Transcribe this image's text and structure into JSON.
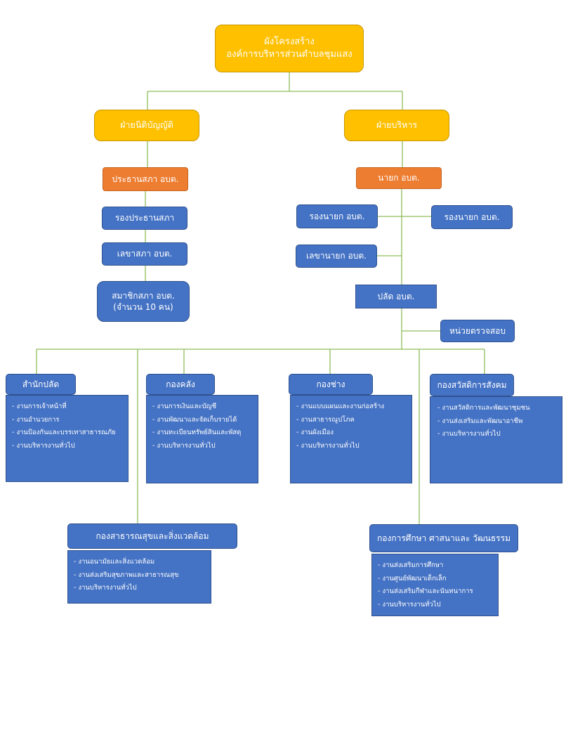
{
  "top": {
    "title": "ผังโครงสร้าง",
    "subtitle": "องค์การบริหารส่วนตำบลชุมแสง"
  },
  "left_branch": {
    "head": "ฝ่ายนิติบัญญัติ",
    "chair": "ประธานสภา อบต.",
    "vice_chair": "รองประธานสภา",
    "secretary": "เลขาสภา อบต.",
    "members": {
      "line1": "สมาชิกสภา อบต.",
      "line2": "(จำนวน 10 คน)"
    }
  },
  "right_branch": {
    "head": "ฝ่ายบริหาร",
    "mayor": "นายก อบต.",
    "deputy_1": "รองนายก อบต.",
    "deputy_2": "รองนายก อบต.",
    "secretary": "เลขานายก อบต.",
    "clerk": "ปลัด อบต.",
    "audit": "หน่วยตรวจสอบ"
  },
  "divisions": [
    {
      "name": "สำนักปลัด",
      "items": [
        "- งานการเจ้าหน้าที่",
        "- งานอำนวยการ",
        "- งานป้องกันและบรรเทาสาธารณภัย",
        "- งานบริหารงานทั่วไป"
      ]
    },
    {
      "name": "กองคลัง",
      "items": [
        "- งานการเงินและบัญชี",
        "- งานพัฒนาและจัดเก็บรายได้",
        "- งานทะเบียนทรัพย์สินและพัสดุ",
        "- งานบริหารงานทั่วไป"
      ]
    },
    {
      "name": "กองช่าง",
      "items": [
        "- งานแบบแผนและงานก่อสร้าง",
        "- งานสาธารณูปโภค",
        "- งานผังเมือง",
        "- งานบริหารงานทั่วไป"
      ]
    },
    {
      "name": "กองสวัสดิการสังคม",
      "items": [
        "- งานสวัสดิการและพัฒนาชุมชน",
        "- งานส่งเสริมและพัฒนาอาชีพ",
        "- งานบริหารงานทั่วไป"
      ]
    },
    {
      "name": "กองสาธารณสุขและสิ่งแวดล้อม",
      "items": [
        "- งานอนามัยและสิ่งแวดล้อม",
        "- งานส่งเสริมสุขภาพและสาธารณสุข",
        "- งานบริหารงานทั่วไป"
      ]
    },
    {
      "name": "กองการศึกษา ศาสนาและ วัฒนธรรม",
      "items": [
        "- งานส่งเสริมการศึกษา",
        "- งานศูนย์พัฒนาเด็กเล็ก",
        "- งานส่งเสริมกีฬาและนันทนาการ",
        "- งานบริหารงานทั่วไป"
      ]
    }
  ],
  "colors": {
    "gold": "#ffc000",
    "orange": "#ed7d31",
    "blue": "#4472c4",
    "connector": "#70ad47"
  }
}
